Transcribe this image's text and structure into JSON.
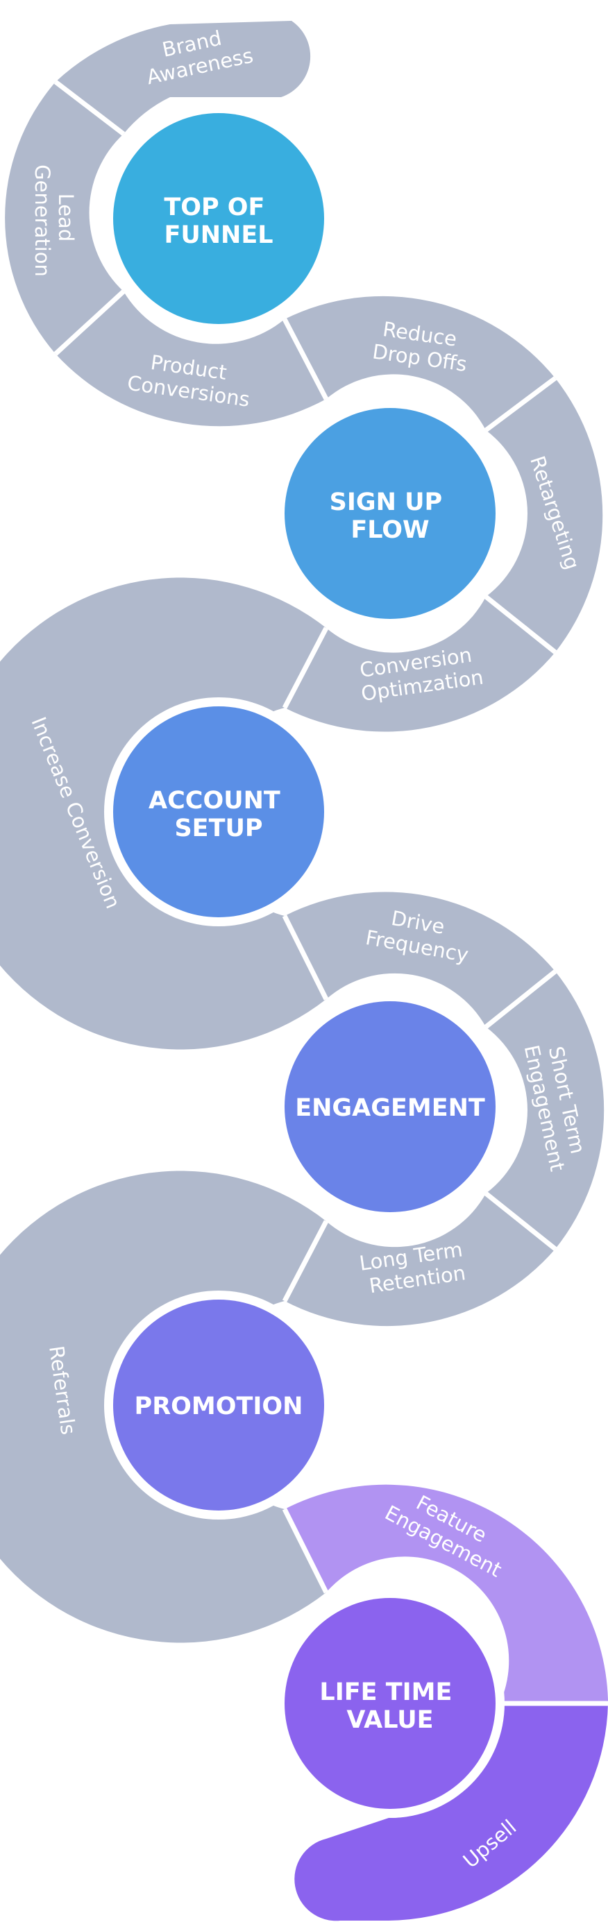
{
  "stages": [
    {
      "title": [
        "TOP OF",
        "FUNNEL"
      ],
      "color": "#39AEDF",
      "segments": [
        {
          "label": [
            "Brand",
            "Awareness"
          ]
        },
        {
          "label": [
            "Lead",
            "Generation"
          ]
        },
        {
          "label": [
            "Product",
            "Conversions"
          ]
        }
      ]
    },
    {
      "title": [
        "SIGN UP",
        "FLOW"
      ],
      "color": "#4BA0E2",
      "segments": [
        {
          "label": [
            "Reduce",
            "Drop Offs"
          ]
        },
        {
          "label": [
            "Retargeting"
          ]
        },
        {
          "label": [
            "Conversion",
            "Optimzation"
          ]
        }
      ]
    },
    {
      "title": [
        "ACCOUNT",
        "SETUP"
      ],
      "color": "#5B8FE6",
      "segments": [
        {
          "label": [
            "Increase Conversion"
          ]
        }
      ]
    },
    {
      "title": [
        "ENGAGEMENT"
      ],
      "color": "#6A83E8",
      "segments": [
        {
          "label": [
            "Drive",
            "Frequency"
          ]
        },
        {
          "label": [
            "Short Term",
            "Engagement"
          ]
        },
        {
          "label": [
            "Long Term",
            "Retention"
          ]
        }
      ]
    },
    {
      "title": [
        "PROMOTION"
      ],
      "color": "#7A78EB",
      "segments": [
        {
          "label": [
            "Referrals"
          ]
        }
      ]
    },
    {
      "title": [
        "LIFE TIME",
        "VALUE"
      ],
      "color": "#8B63EE",
      "segments": [
        {
          "label": [
            "Feature",
            "Engagement"
          ]
        },
        {
          "label": [
            "Upsell"
          ]
        }
      ]
    }
  ],
  "colors": {
    "track": "#B0B9CC",
    "lifetime_light": "#B193F2",
    "lifetime_dark": "#8B63EE",
    "background": "#FFFFFF"
  }
}
